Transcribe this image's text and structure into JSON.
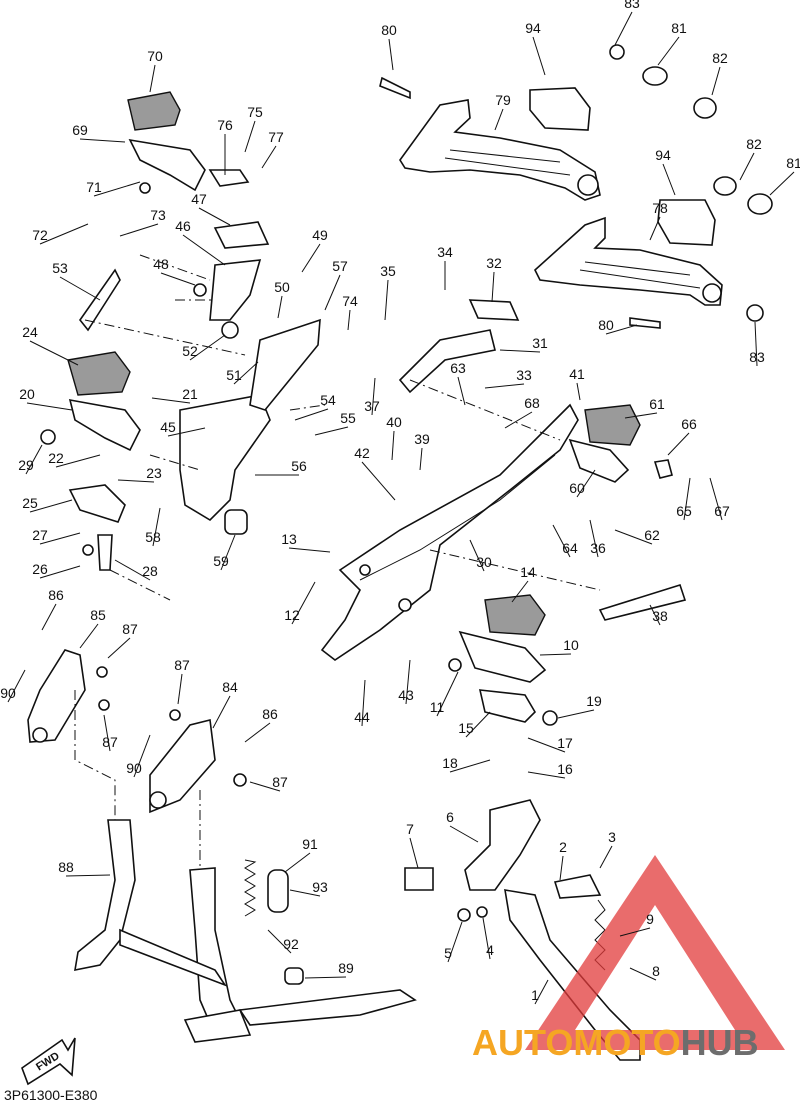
{
  "diagram": {
    "part_code": "3P61300-E380",
    "fwd_label": "FWD",
    "callouts": [
      "1",
      "2",
      "3",
      "4",
      "5",
      "6",
      "7",
      "8",
      "9",
      "10",
      "11",
      "12",
      "13",
      "14",
      "15",
      "16",
      "17",
      "18",
      "19",
      "20",
      "21",
      "22",
      "23",
      "24",
      "25",
      "26",
      "27",
      "28",
      "29",
      "30",
      "31",
      "32",
      "33",
      "34",
      "35",
      "36",
      "37",
      "38",
      "39",
      "40",
      "41",
      "42",
      "43",
      "44",
      "45",
      "46",
      "47",
      "48",
      "49",
      "50",
      "51",
      "52",
      "53",
      "54",
      "55",
      "56",
      "57",
      "58",
      "59",
      "60",
      "61",
      "62",
      "63",
      "64",
      "65",
      "66",
      "67",
      "68",
      "69",
      "70",
      "71",
      "72",
      "73",
      "74",
      "75",
      "76",
      "77",
      "78",
      "79",
      "80",
      "80",
      "81",
      "81",
      "82",
      "82",
      "83",
      "83",
      "84",
      "85",
      "86",
      "86",
      "87",
      "87",
      "87",
      "87",
      "88",
      "89",
      "90",
      "90",
      "91",
      "92",
      "93",
      "94",
      "94"
    ]
  },
  "watermark": {
    "part1": "AUTOMOTO",
    "part2": "HUB",
    "color1": "#f5a623",
    "color2": "#6d6d6d",
    "triangle_color": "#e23b3b"
  }
}
